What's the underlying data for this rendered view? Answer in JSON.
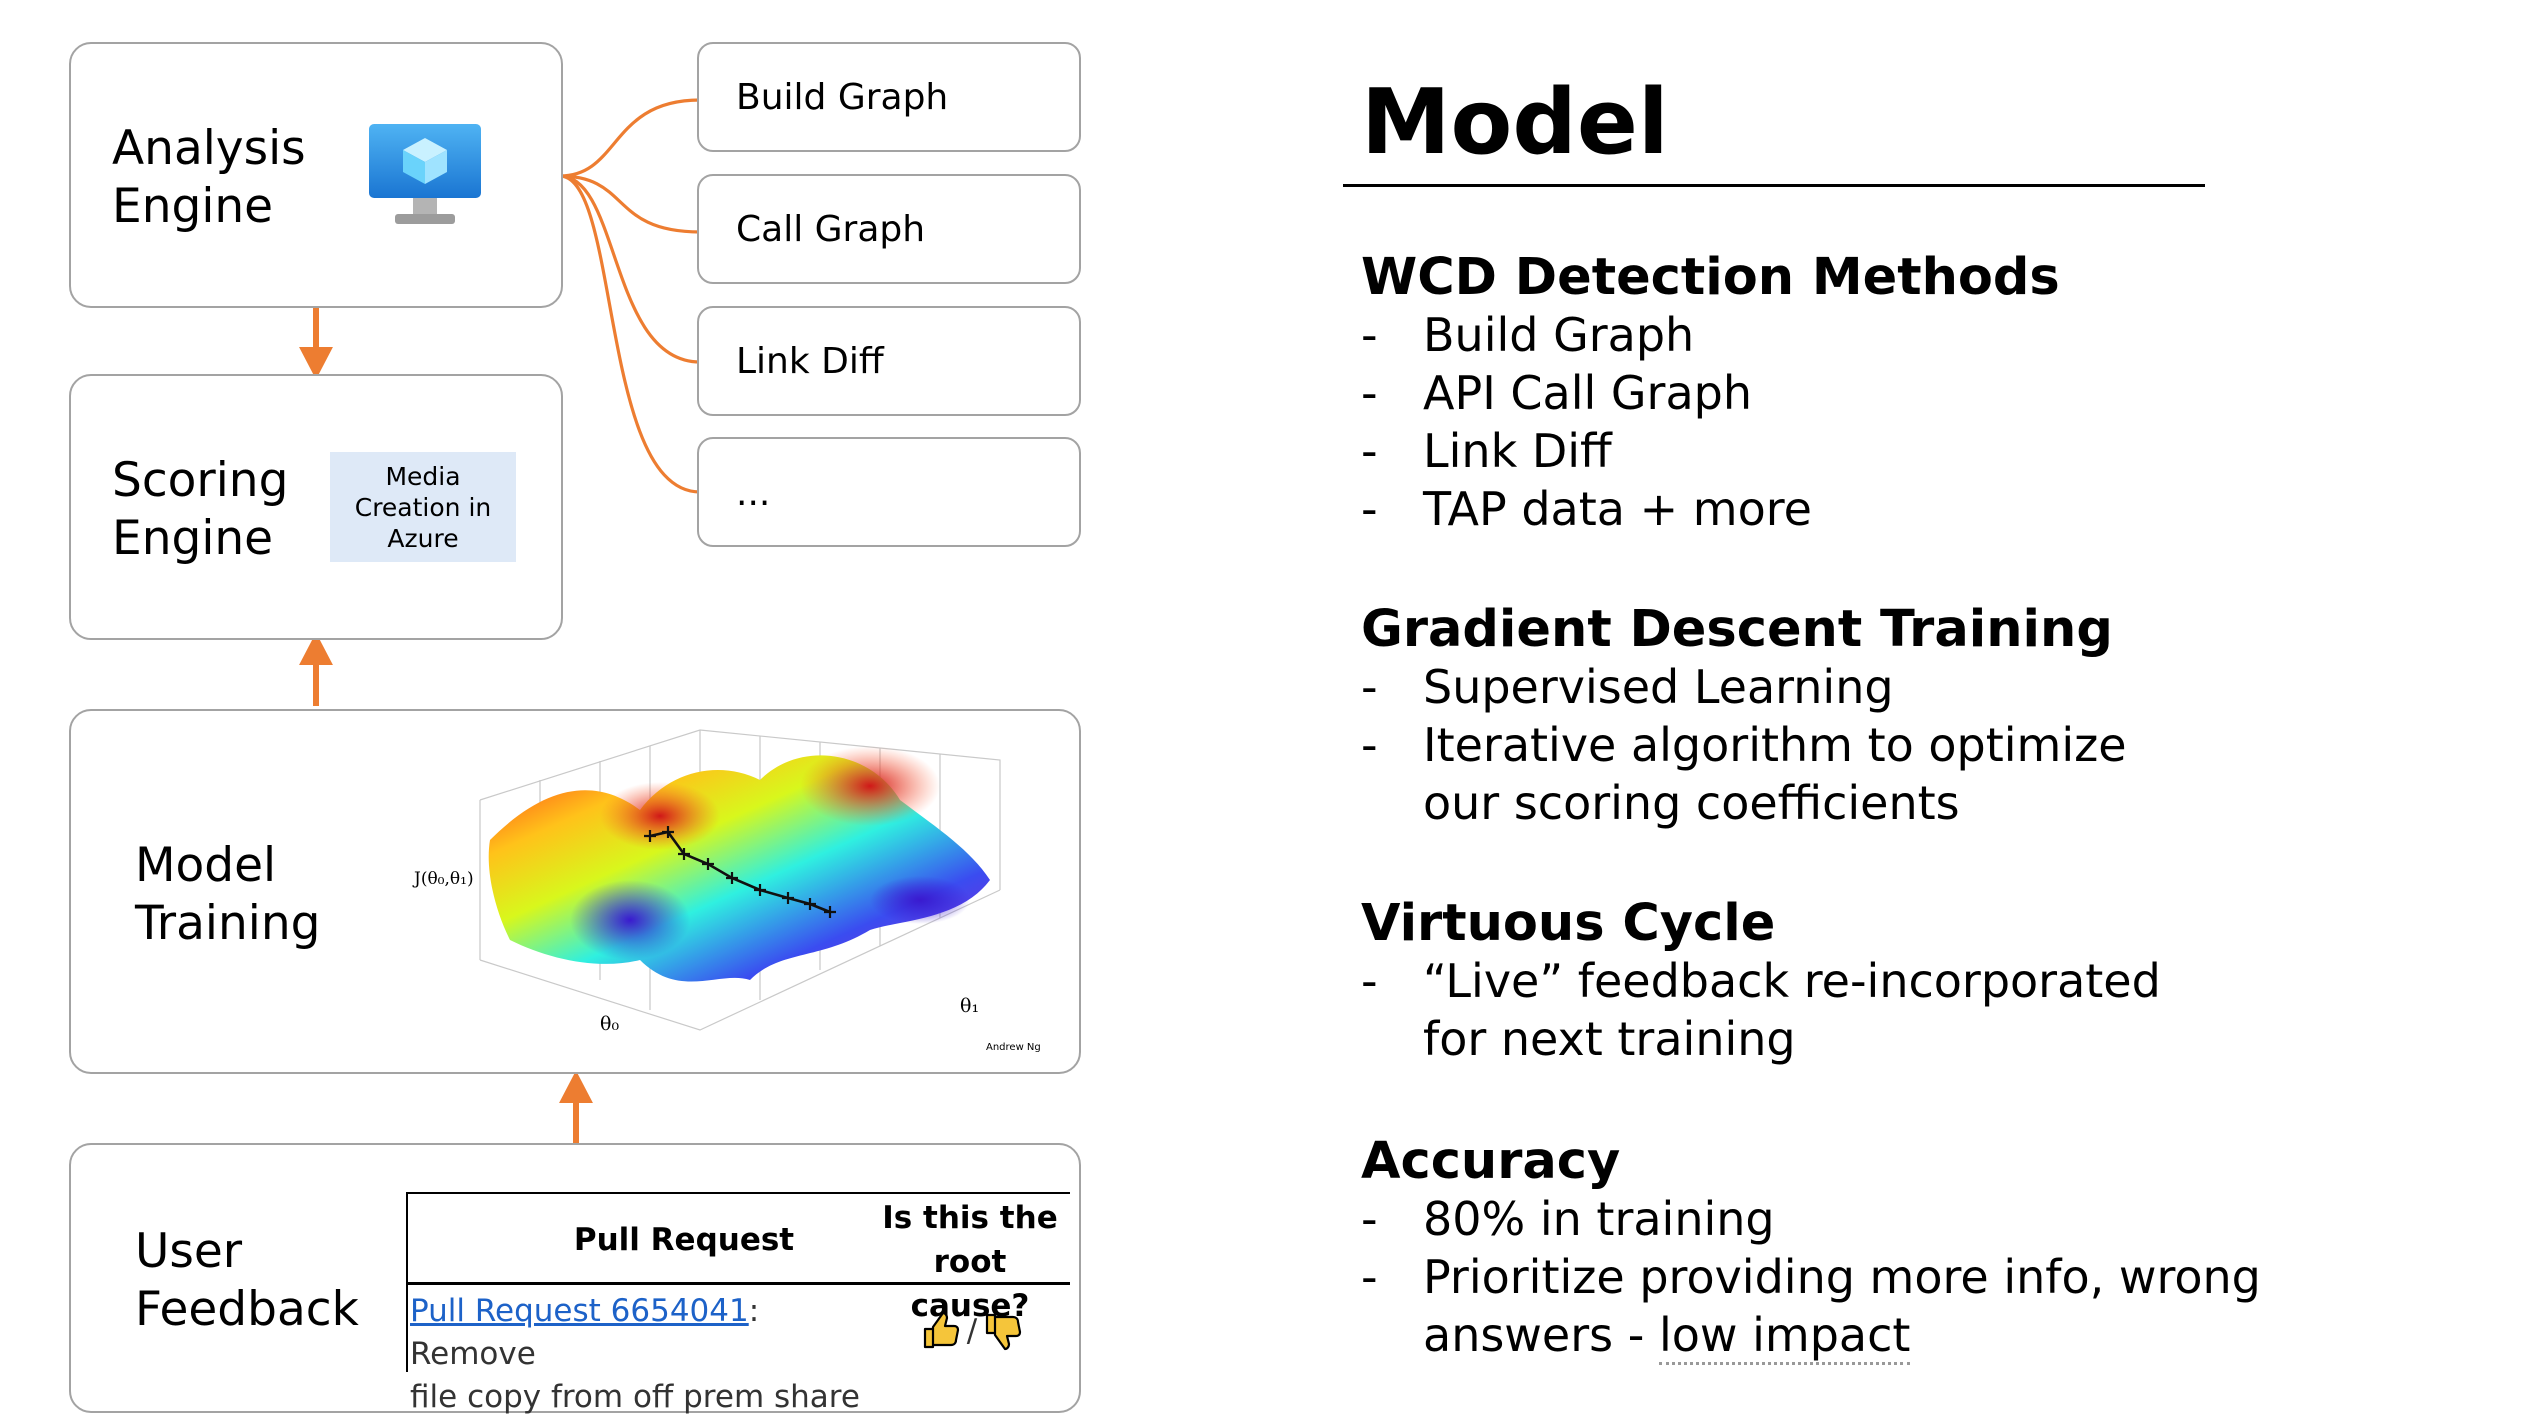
{
  "left_diagram": {
    "analysis_engine": {
      "label": "Analysis\nEngine",
      "icon": "monitor-cube-icon"
    },
    "scoring_engine": {
      "label": "Scoring\nEngine",
      "media_label": "Media\nCreation in\nAzure"
    },
    "model_training": {
      "label": "Model\nTraining",
      "plot_labels": {
        "z": "J(θ₀,θ₁)",
        "x": "θ₀",
        "y": "θ₁",
        "credit": "Andrew Ng"
      }
    },
    "user_feedback": {
      "label": "User\nFeedback",
      "col_pull_request": "Pull Request",
      "col_root_cause": "Is this the\nroot cause?",
      "pr_link": "Pull Request 6654041",
      "pr_text_line1": ": Remove",
      "pr_text_line2": "file copy from off prem share",
      "vote_separator": "/"
    },
    "methods": [
      "Build Graph",
      "Call Graph",
      "Link Diff",
      "..."
    ],
    "colors": {
      "connector": "#ed7d31",
      "box_border": "#a3a3a3",
      "media_bg": "#dee9f7",
      "link": "#1d62c8"
    }
  },
  "right_panel": {
    "title": "Model",
    "sections": [
      {
        "heading": "WCD Detection Methods",
        "items": [
          "Build Graph",
          "API Call Graph",
          "Link Diff",
          "TAP data + more"
        ]
      },
      {
        "heading": "Gradient Descent Training",
        "items": [
          "Supervised Learning",
          "Iterative algorithm to optimize\nour scoring coefficients"
        ]
      },
      {
        "heading": "Virtuous Cycle",
        "items": [
          "“Live” feedback re-incorporated\nfor next training"
        ]
      },
      {
        "heading": "Accuracy",
        "items": [
          "80% in training",
          "Prioritize providing more info, wrong"
        ],
        "last_item_prefix": "answers - ",
        "last_item_underlined": "low impact"
      }
    ],
    "bullet_marker": "-"
  }
}
